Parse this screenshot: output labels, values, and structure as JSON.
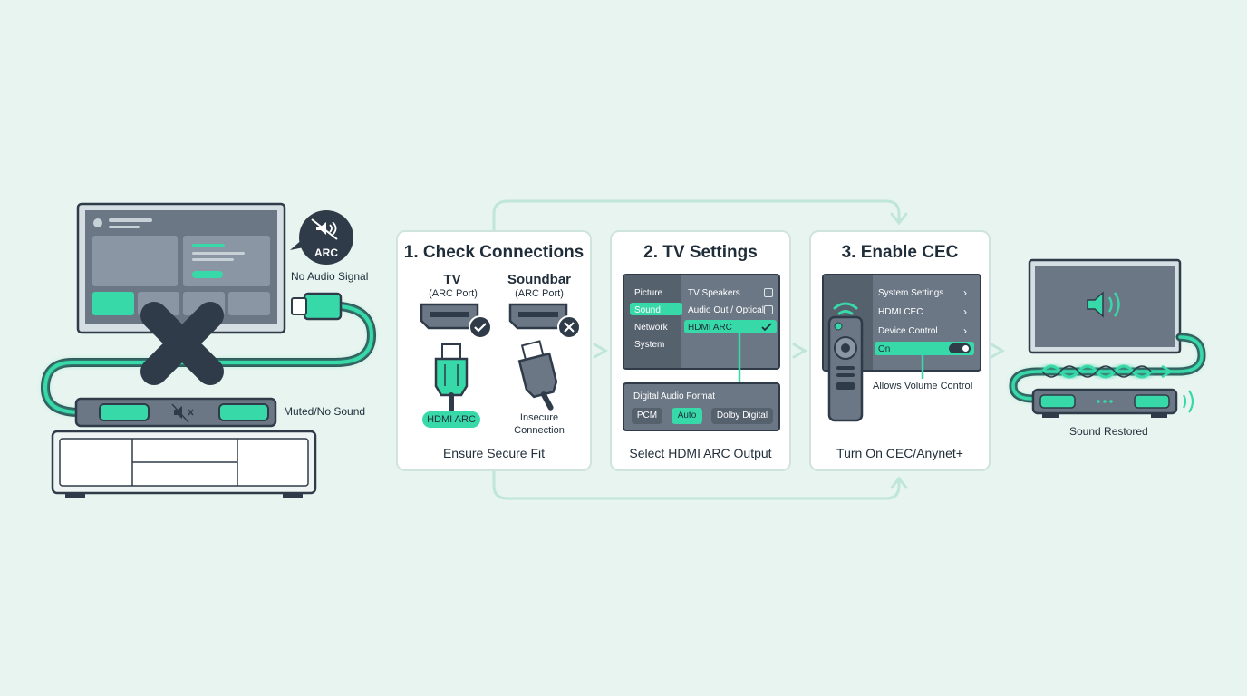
{
  "left_scene": {
    "arc_badge": "ARC",
    "no_audio_label": "No Audio Signal",
    "muted_label": "Muted/No Sound"
  },
  "steps": [
    {
      "title": "1. Check Connections",
      "tv_label": "TV",
      "tv_port": "(ARC Port)",
      "soundbar_label": "Soundbar",
      "soundbar_port": "(ARC Port)",
      "good_tag": "HDMI ARC",
      "bad_tag_line1": "Insecure",
      "bad_tag_line2": "Connection",
      "footer": "Ensure Secure Fit"
    },
    {
      "title": "2. TV Settings",
      "left_menu": [
        "Picture",
        "Sound",
        "Network",
        "System"
      ],
      "right_menu": [
        "TV Speakers",
        "Audio Out / Optical",
        "HDMI ARC"
      ],
      "format_title": "Digital Audio Format",
      "format_options": [
        "PCM",
        "Auto",
        "Dolby Digital"
      ],
      "footer": "Select HDMI ARC Output"
    },
    {
      "title": "3. Enable CEC",
      "menu": [
        "System Settings",
        "HDMI CEC",
        "Device Control",
        "On"
      ],
      "note": "Allows Volume Control",
      "footer": "Turn On CEC/Anynet+"
    }
  ],
  "right_scene": {
    "label": "Sound Restored"
  },
  "colors": {
    "accent": "#38d9a9",
    "dark": "#2f3b48",
    "panel": "#6b7785",
    "background": "#e8f4ef"
  }
}
